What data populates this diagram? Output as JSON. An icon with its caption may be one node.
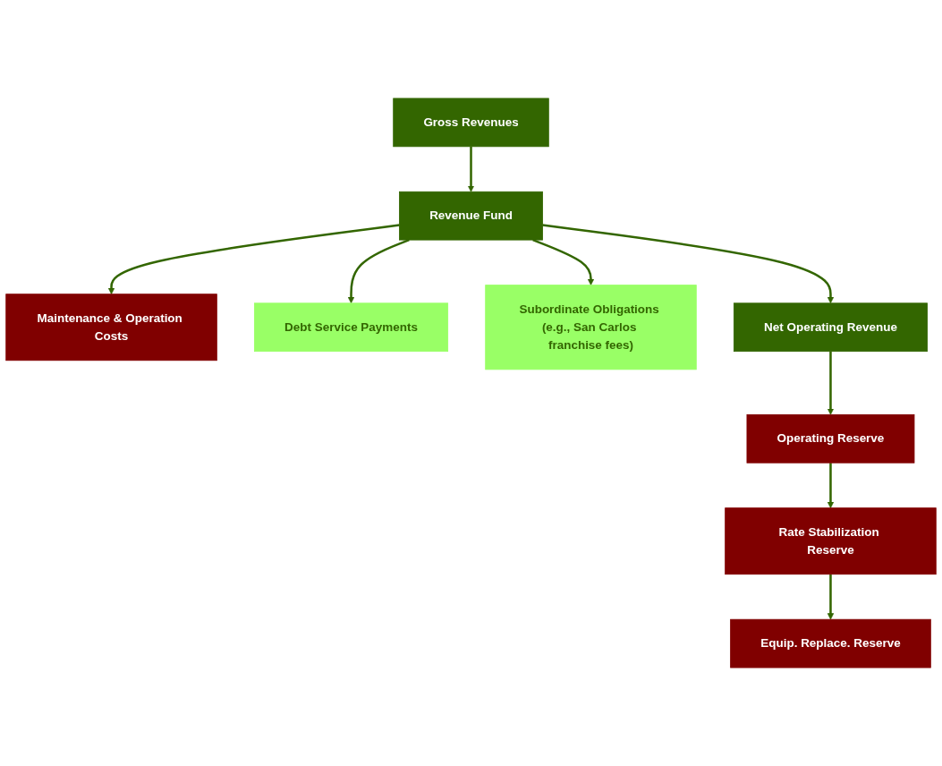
{
  "diagram": {
    "nodes": [
      {
        "text": [
          "Gross Revenues"
        ]
      },
      {
        "text": [
          "Revenue Fund"
        ]
      },
      {
        "text": [
          "Maintenance & Operation Costs"
        ]
      },
      {
        "text": [
          "Debt Service Payments"
        ]
      },
      {
        "text": [
          "Equip. Replace. Reserve"
        ]
      },
      {
        "text": [
          "Subordinate Obligations (e.g., San Carlos franchise fees)"
        ]
      },
      {
        "text": [
          "Rate Stabilization Reserve"
        ]
      },
      {
        "text": [
          "Operating Reserve"
        ]
      },
      {
        "text": [
          "Net Operating Revenue"
        ]
      }
    ],
    "edges": [
      {
        "from": 0,
        "to": 1,
        "arrow": "to"
      },
      {
        "from": 1,
        "to": 2,
        "arrow": "to"
      },
      {
        "from": 1,
        "to": 3,
        "arrow": "to"
      },
      {
        "from": 1,
        "to": 5,
        "arrow": "to"
      },
      {
        "from": 1,
        "to": 8,
        "arrow": "to"
      },
      {
        "from": 8,
        "to": 7,
        "arrow": "to"
      },
      {
        "from": 7,
        "to": 6,
        "arrow": "to"
      },
      {
        "from": 6,
        "to": 4,
        "arrow": "to"
      }
    ]
  }
}
